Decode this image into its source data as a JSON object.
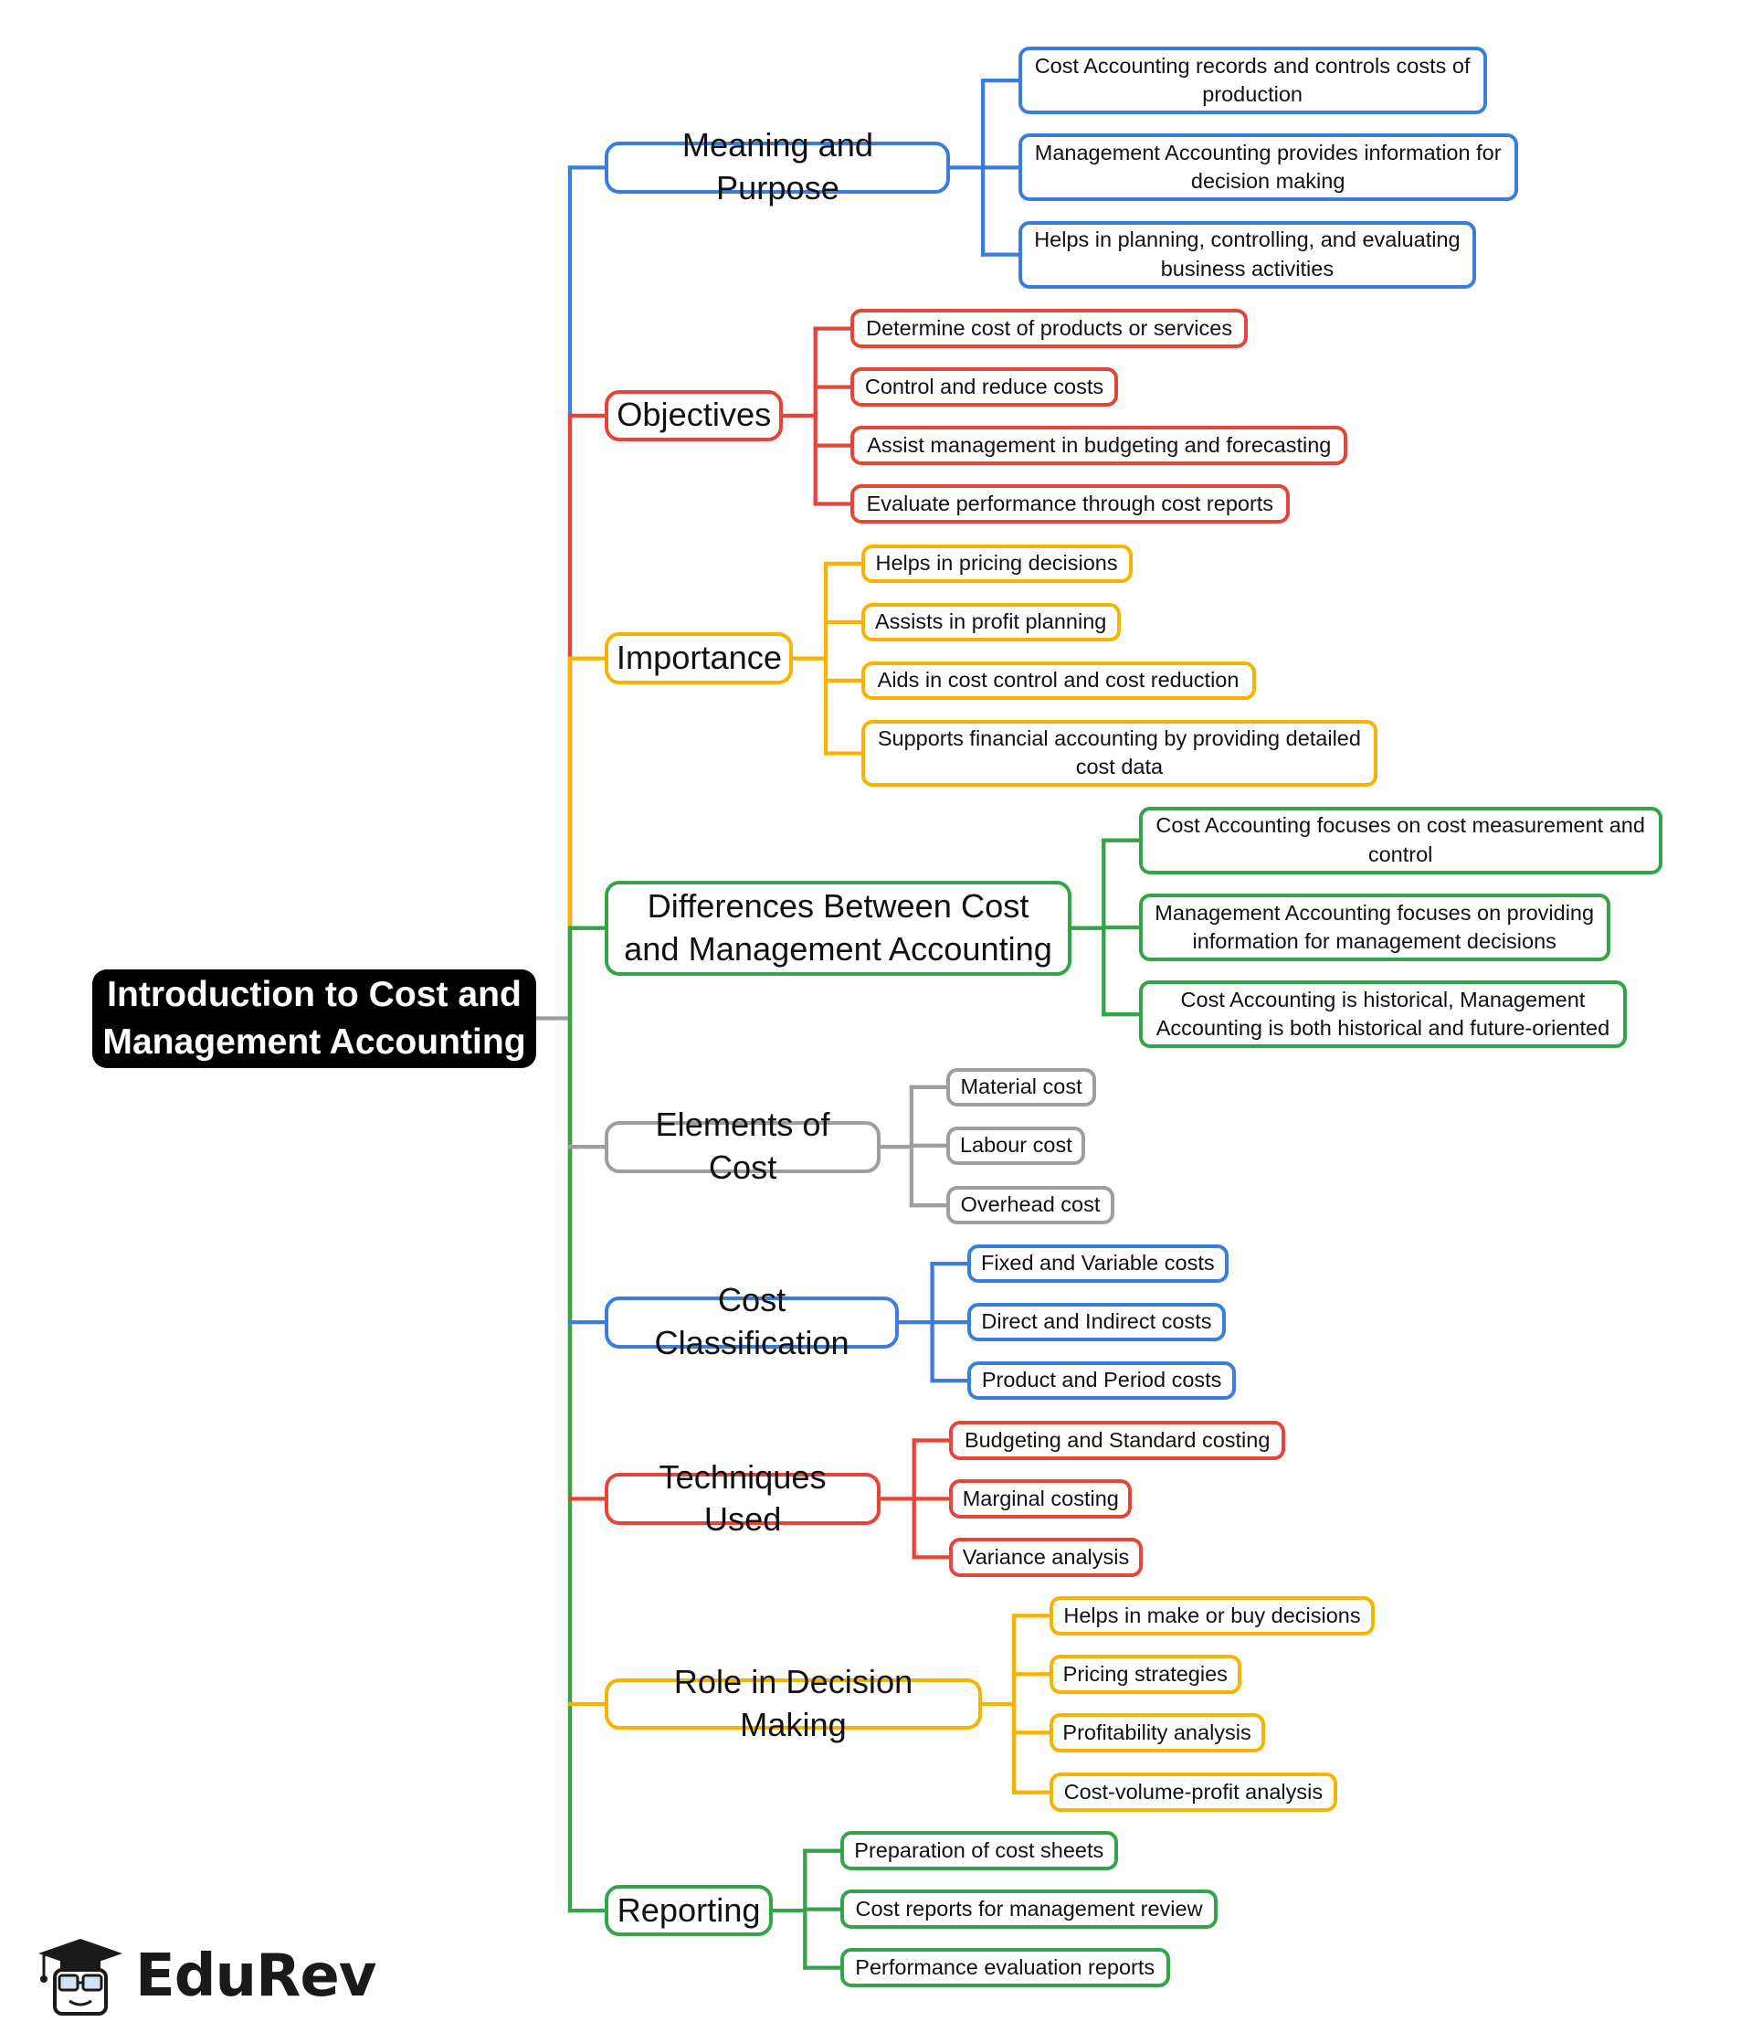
{
  "colors": {
    "blue": "#3b7ddd",
    "red": "#e3453b",
    "yellow": "#f4b400",
    "green": "#34a349",
    "gray": "#9e9e9e",
    "root": "#000000"
  },
  "logo": {
    "text": "EduRev",
    "icon": "graduation-cap-mascot-icon"
  },
  "root": {
    "label": "Introduction to Cost and Management Accounting"
  },
  "branches": [
    {
      "label": "Meaning and Purpose",
      "color": "blue",
      "children": [
        "Cost Accounting records and controls costs of production",
        "Management Accounting provides information for decision making",
        "Helps in planning, controlling, and evaluating business activities"
      ]
    },
    {
      "label": "Objectives",
      "color": "red",
      "children": [
        "Determine cost of products or services",
        "Control and reduce costs",
        "Assist management in budgeting and forecasting",
        "Evaluate performance through cost reports"
      ]
    },
    {
      "label": "Importance",
      "color": "yellow",
      "children": [
        "Helps in pricing decisions",
        "Assists in profit planning",
        "Aids in cost control and cost reduction",
        "Supports financial accounting by providing detailed cost data"
      ]
    },
    {
      "label": "Differences Between Cost and Management Accounting",
      "color": "green",
      "children": [
        "Cost Accounting focuses on cost measurement and control",
        "Management Accounting focuses on providing information for management decisions",
        "Cost Accounting is historical, Management Accounting is both historical and future-oriented"
      ]
    },
    {
      "label": "Elements of Cost",
      "color": "gray",
      "children": [
        "Material cost",
        "Labour cost",
        "Overhead cost"
      ]
    },
    {
      "label": "Cost Classification",
      "color": "blue",
      "children": [
        "Fixed and Variable costs",
        "Direct and Indirect costs",
        "Product and Period costs"
      ]
    },
    {
      "label": "Techniques Used",
      "color": "red",
      "children": [
        "Budgeting and Standard costing",
        "Marginal costing",
        "Variance analysis"
      ]
    },
    {
      "label": "Role in Decision Making",
      "color": "yellow",
      "children": [
        "Helps in make or buy decisions",
        "Pricing strategies",
        "Profitability analysis",
        "Cost-volume-profit analysis"
      ]
    },
    {
      "label": "Reporting",
      "color": "green",
      "children": [
        "Preparation of cost sheets",
        "Cost reports for management review",
        "Performance evaluation reports"
      ]
    }
  ]
}
